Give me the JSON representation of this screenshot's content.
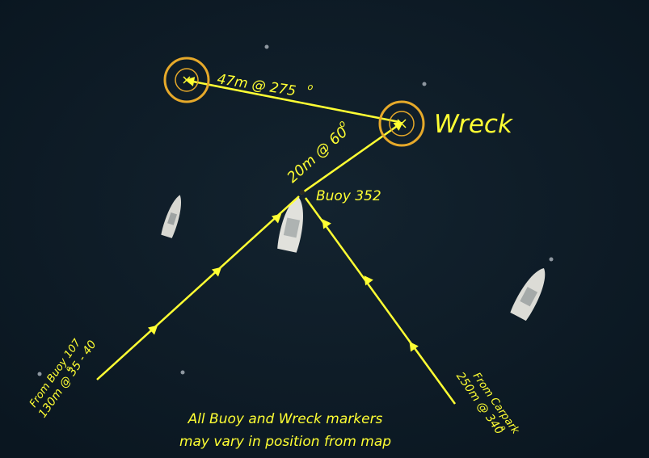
{
  "colors": {
    "water": "#0f1e2b",
    "route_line": "#ffff33",
    "marker_ring": "#e6a92a",
    "boat_hull": "#dcdcd6"
  },
  "markers": {
    "wreck_label": "Wreck",
    "buoy_label": "Buoy 352"
  },
  "legs": {
    "mark_to_wreck": "47m @ 275",
    "mark_to_wreck_deg": "o",
    "buoy_to_wreck": "20m @ 60",
    "buoy_to_wreck_deg": "o"
  },
  "routes": {
    "from_buoy107_line1": "From Buoy 107",
    "from_buoy107_line2": "130m @ 35 - 40",
    "from_buoy107_deg": "o",
    "from_carpark_line1": "From Carpark",
    "from_carpark_line2": "250m @ 340",
    "from_carpark_deg": "o"
  },
  "note": {
    "line1": "All Buoy and Wreck markers",
    "line2": "may vary in position from map"
  }
}
